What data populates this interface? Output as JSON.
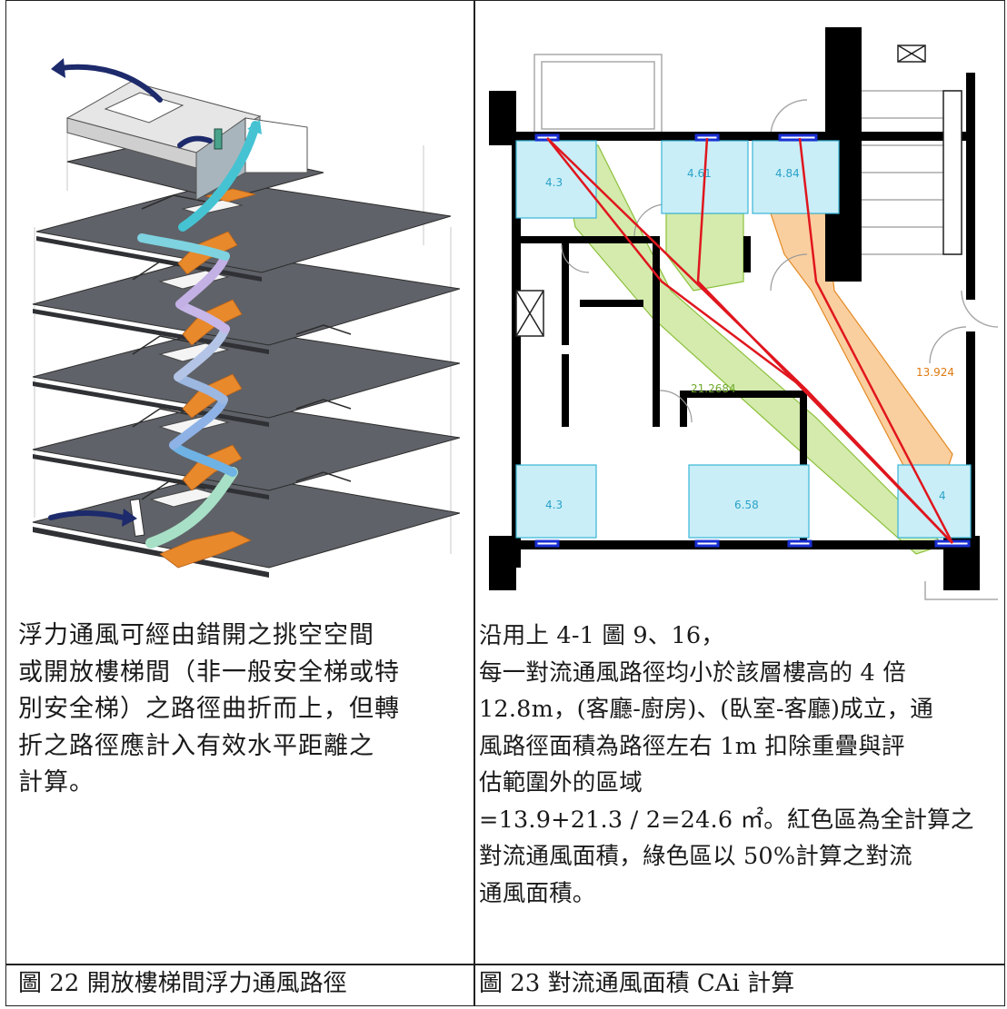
{
  "left": {
    "description_lines": [
      "浮力通風可經由錯開之挑空空間",
      "或開放樓梯間（非一般安全梯或特",
      "別安全梯）之路徑曲折而上，但轉",
      "折之路徑應計入有效水平距離之",
      "計算。"
    ],
    "caption": "圖 22  開放樓梯間浮力通風路徑"
  },
  "right": {
    "description_lines": [
      "沿用上 4-1 圖 9、16，",
      "每一對流通風路徑均小於該層樓高的 4 倍",
      "12.8m，(客廳-廚房)、(臥室-客廳)成立，通",
      "風路徑面積為路徑左右 1m 扣除重疊與評",
      "估範圍外的區域",
      "=13.9+21.3 / 2=24.6 ㎡。紅色區為全計算之",
      "對流通風面積，綠色區以 50%計算之對流",
      "通風面積。"
    ],
    "caption": "圖 23  對流通風面積 CAi 計算",
    "plan_labels": {
      "room_top_left": "4.3",
      "room_top_mid": "4.61",
      "room_top_right": "4.84",
      "room_bot_left": "4.3",
      "room_bot_mid": "6.58",
      "room_bot_right": "4",
      "green_area": "21.2684",
      "orange_area": "13.924"
    }
  },
  "colors": {
    "wall": "#000000",
    "room_fill": "#c9eef7",
    "room_stroke": "#3ab6d8",
    "path_green": "#9fd24a",
    "path_orange": "#f5a040",
    "red_line": "#e0161e",
    "window": "#1a2fd4",
    "stair_orange": "#e8892b",
    "floor_gray": "#5f6268"
  }
}
